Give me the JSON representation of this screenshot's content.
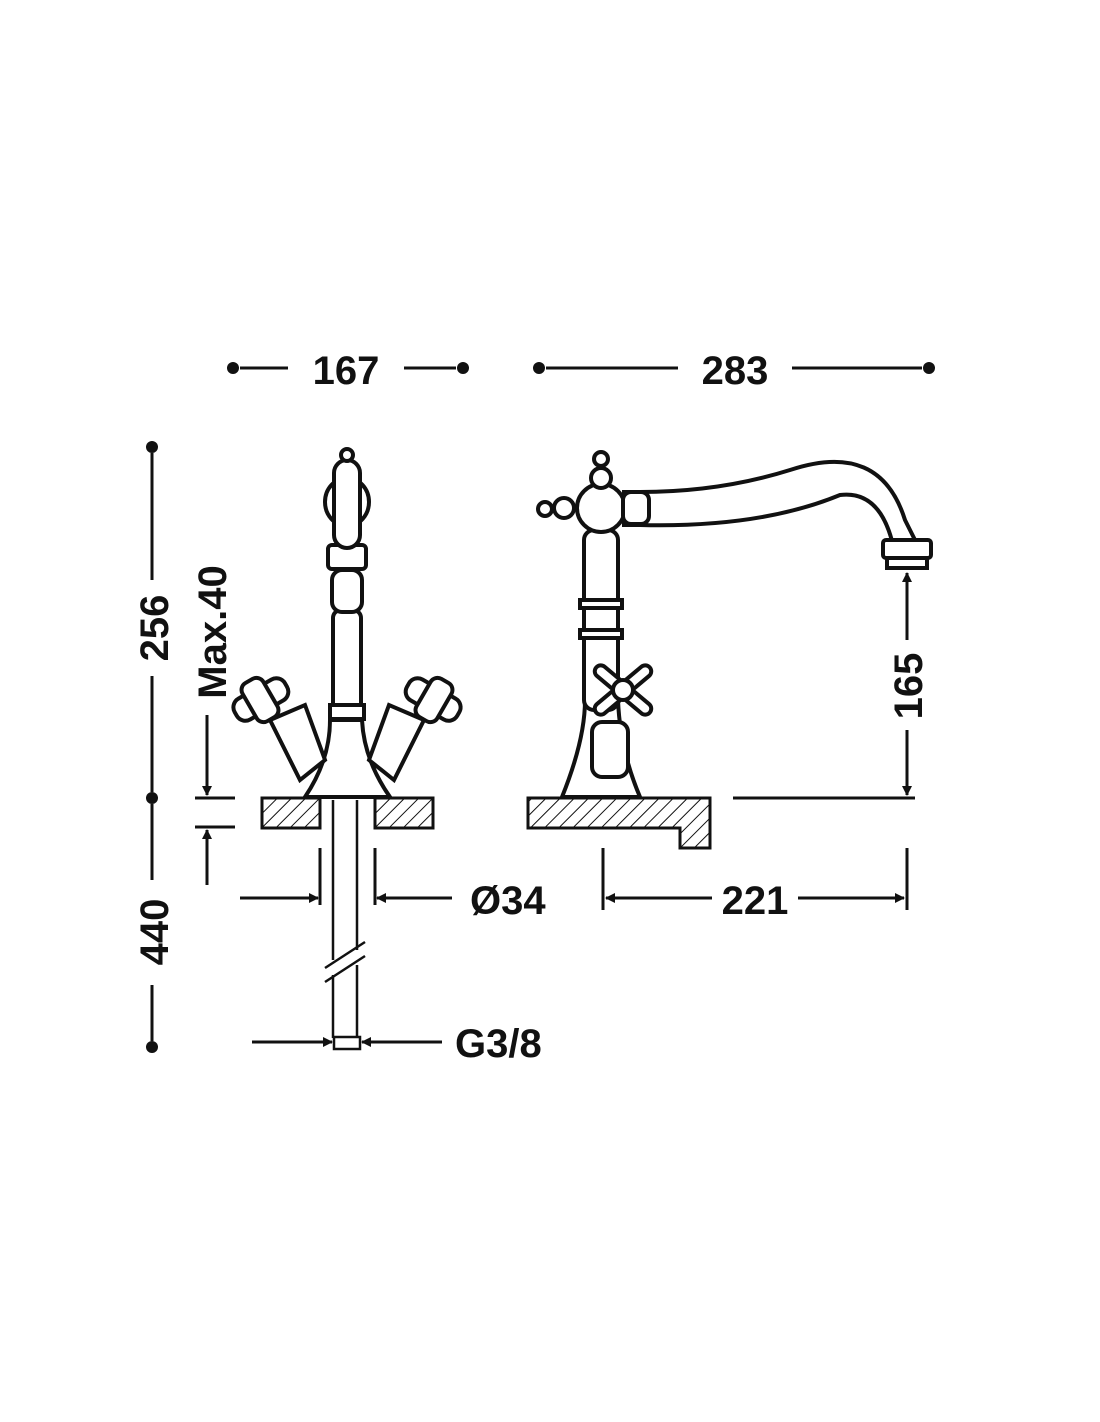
{
  "drawing": {
    "title": "Faucet dimension drawing",
    "dimensions": {
      "front_width": "167",
      "side_width": "283",
      "total_height": "256",
      "max_counter_thickness": "Max.40",
      "hose_length": "440",
      "hole_diameter": "Ø34",
      "connection": "G3/8",
      "spout_height": "165",
      "spout_reach": "221"
    },
    "colors": {
      "line": "#111111",
      "background": "#ffffff"
    }
  }
}
